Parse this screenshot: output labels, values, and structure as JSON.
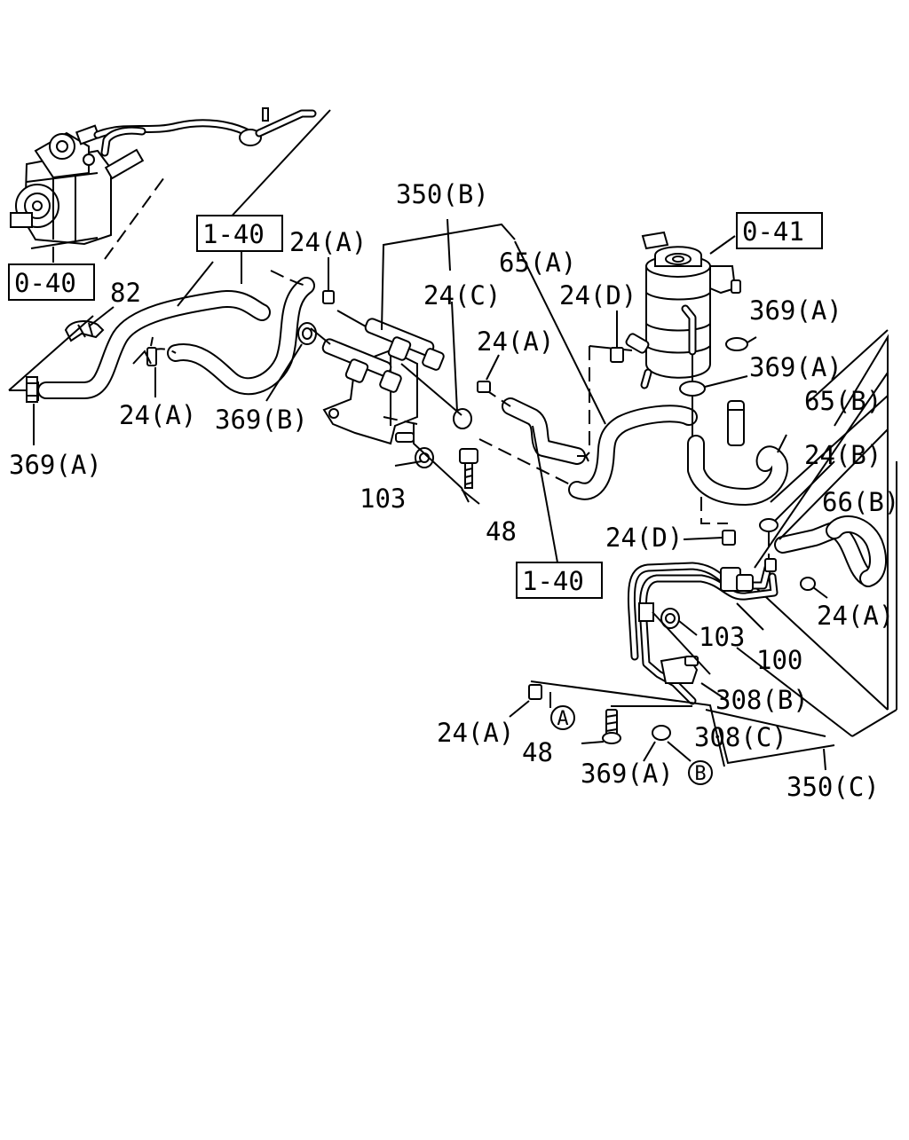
{
  "diagram": {
    "refs": {
      "r040": "0-40",
      "r041": "0-41",
      "r140a": "1-40",
      "r140b": "1-40"
    },
    "callouts": {
      "c82": "82",
      "c369a_left": "369(A)",
      "c24a_left": "24(A)",
      "c369b": "369(B)",
      "c24a_top": "24(A)",
      "c350b": "350(B)",
      "c24c": "24(C)",
      "c65a": "65(A)",
      "c24a_mid": "24(A)",
      "c24d_top": "24(D)",
      "c369a_r1": "369(A)",
      "c369a_r2": "369(A)",
      "c65b": "65(B)",
      "c24b": "24(B)",
      "c66b": "66(B)",
      "c24d_mid": "24(D)",
      "c24a_right": "24(A)",
      "c103_left": "103",
      "c48_mid": "48",
      "c103_right": "103",
      "c100": "100",
      "c308b": "308(B)",
      "c308c": "308(C)",
      "c24a_bottom": "24(A)",
      "c48_bottom": "48",
      "c369a_bottom": "369(A)",
      "c350c": "350(C)",
      "circA": "A",
      "circB": "B"
    }
  }
}
